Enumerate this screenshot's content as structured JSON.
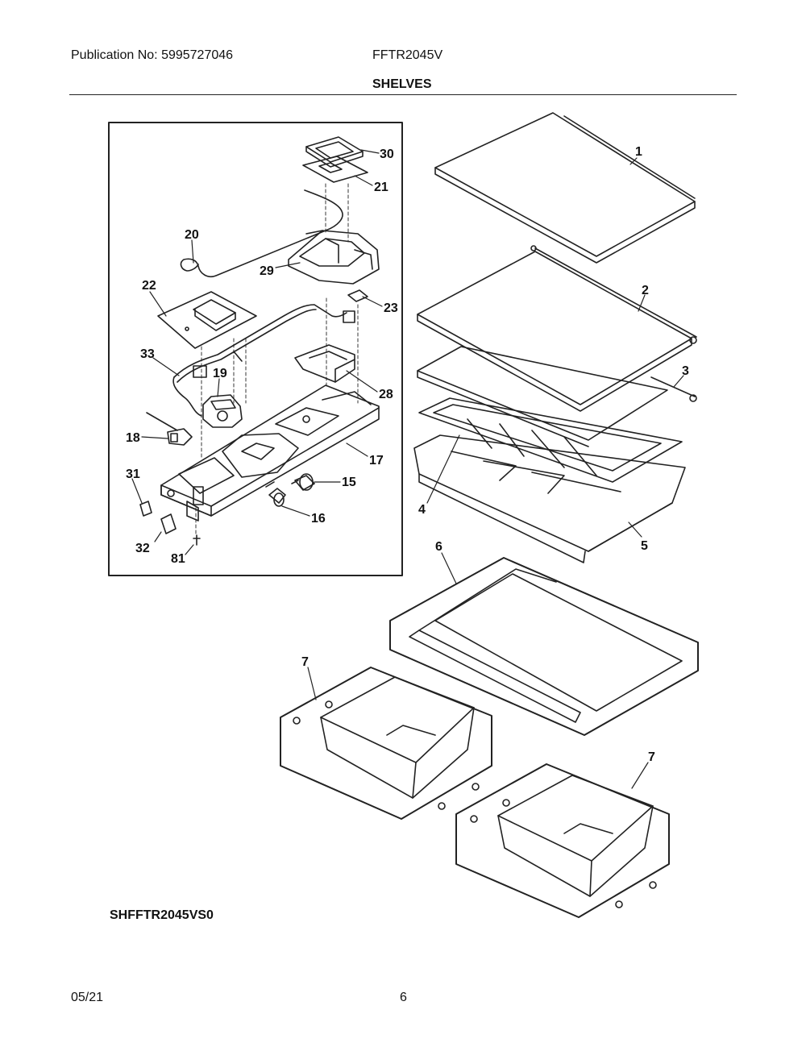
{
  "header": {
    "publication": "Publication No: 5995727046",
    "model": "FFTR2045V",
    "section_title": "SHELVES"
  },
  "diagram": {
    "code": "SHFFTR2045VS0",
    "callouts": [
      "1",
      "2",
      "3",
      "4",
      "5",
      "6",
      "7",
      "7",
      "15",
      "16",
      "17",
      "18",
      "19",
      "20",
      "21",
      "22",
      "23",
      "28",
      "29",
      "30",
      "31",
      "32",
      "33",
      "81"
    ]
  },
  "footer": {
    "date": "05/21",
    "page": "6"
  }
}
